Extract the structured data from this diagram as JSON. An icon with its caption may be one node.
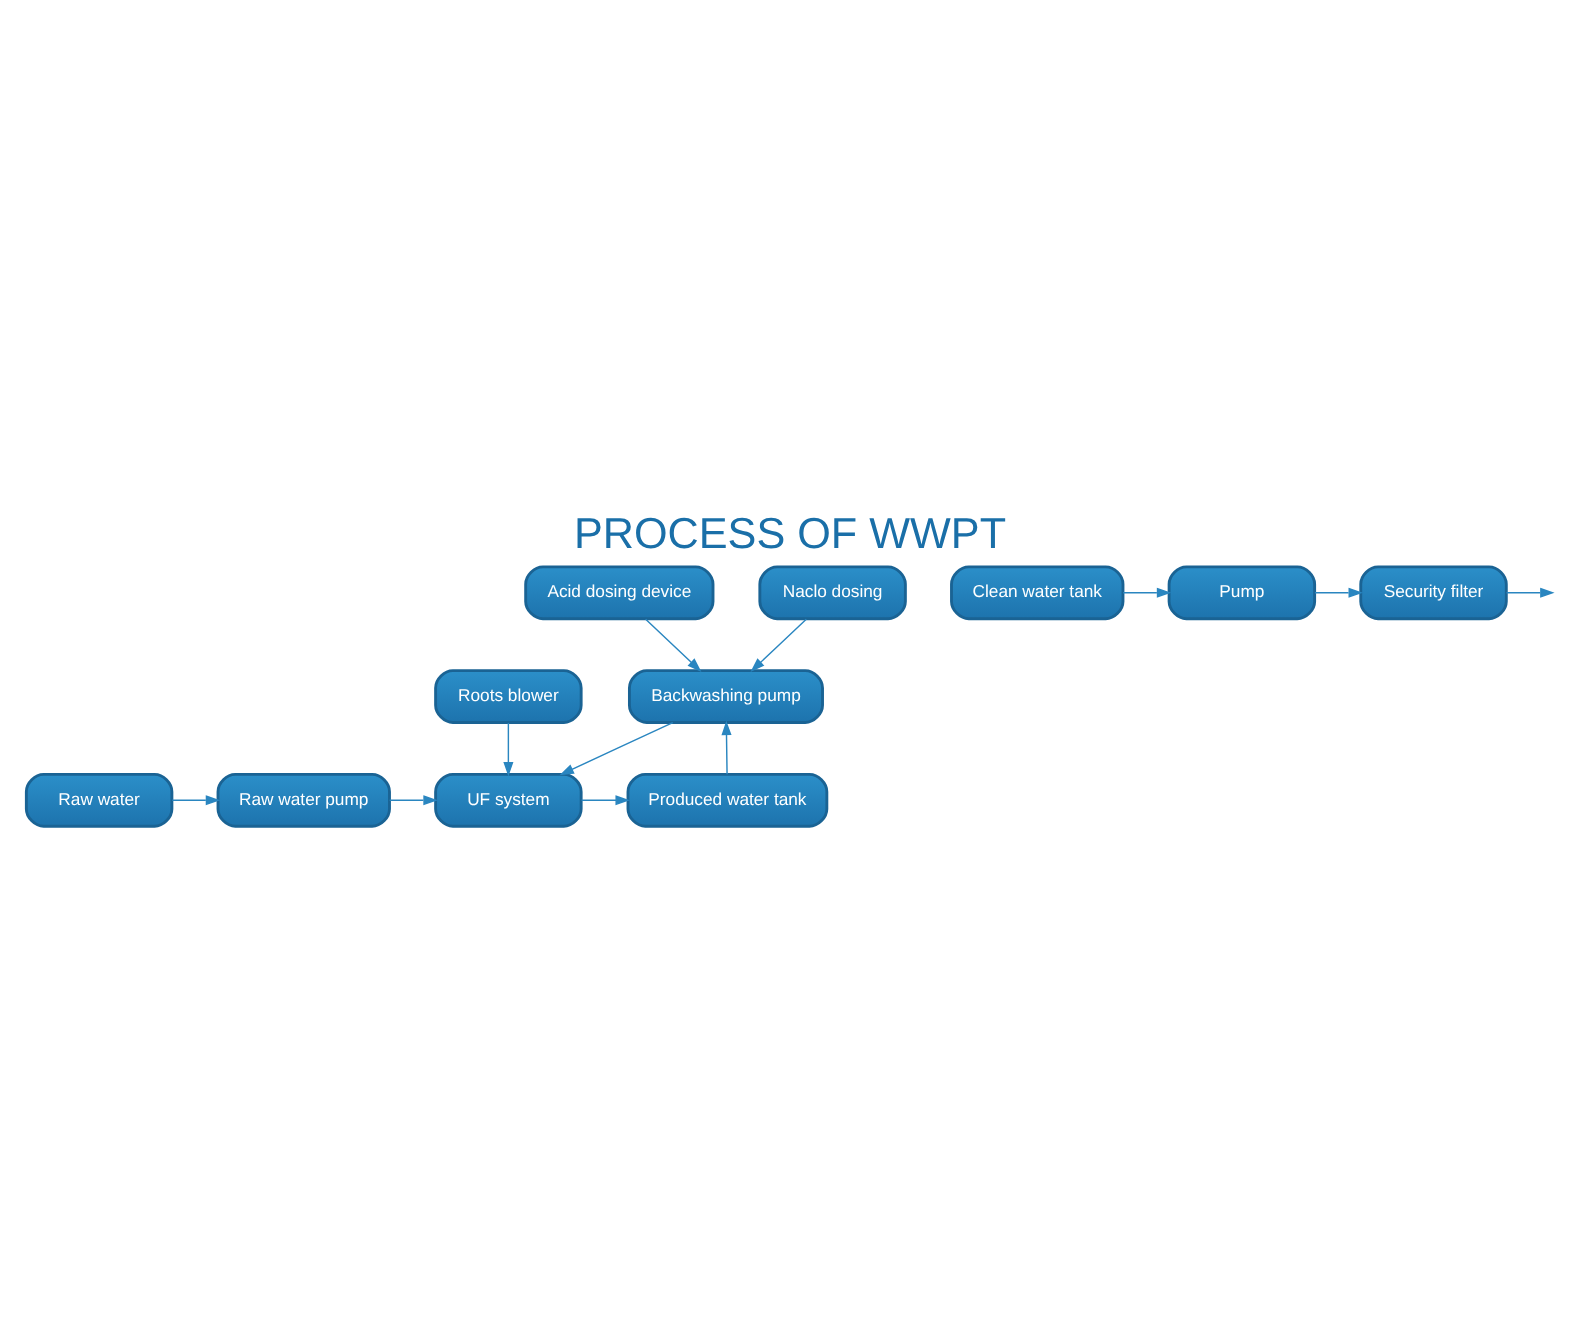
{
  "diagram": {
    "title": "PROCESS OF WWPT",
    "nodes": [
      {
        "text": [
          "Acid dosing device"
        ]
      },
      {
        "text": [
          "Naclo dosing"
        ]
      },
      {
        "text": [
          "Backwashing pump"
        ]
      },
      {
        "text": [
          "Raw water"
        ]
      },
      {
        "text": [
          "Raw water pump"
        ]
      },
      {
        "text": [
          "UF system"
        ]
      },
      {
        "text": [
          "Produced water tank"
        ]
      },
      {
        "text": [
          "Security filter"
        ]
      },
      {
        "text": [
          "Pump"
        ]
      },
      {
        "text": [
          "Clean water tank"
        ]
      },
      {
        "text": [
          "Roots blower"
        ]
      }
    ],
    "edges": [
      {
        "from": 0,
        "to": 2,
        "arrow": "to"
      },
      {
        "from": 1,
        "to": 2,
        "arrow": "to"
      },
      {
        "from": 2,
        "to": 5,
        "arrow": "to"
      },
      {
        "from": 3,
        "to": 4,
        "arrow": "to"
      },
      {
        "from": 4,
        "to": 5,
        "arrow": "to"
      },
      {
        "from": 5,
        "to": 6,
        "arrow": "to"
      },
      {
        "from": 6,
        "to": 2,
        "arrow": "to"
      },
      {
        "from": 9,
        "to": 8,
        "arrow": "to"
      },
      {
        "from": 8,
        "to": 7,
        "arrow": "to"
      },
      {
        "from": 7,
        "to": null,
        "arrow": "to"
      },
      {
        "from": 10,
        "to": 5,
        "arrow": "to"
      }
    ]
  }
}
